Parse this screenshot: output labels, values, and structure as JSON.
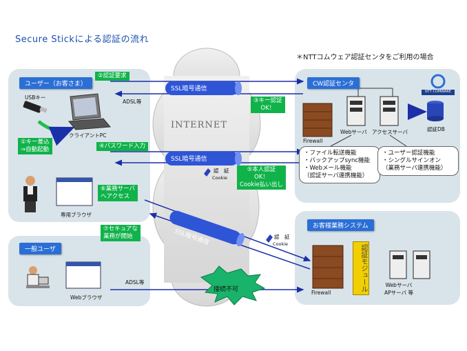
{
  "title": "Secure Stickによる認証の流れ",
  "note": "＊NTTコムウェア認証センタをご利用の場合",
  "internet_label": "INTERNET",
  "ssl_label": "SSL暗号通信",
  "user_panel": {
    "header": "ユーザー（お客さま）",
    "usb_label": "USBキー",
    "pc_label": "クライアントPC",
    "browser_label": "専用ブラウザ"
  },
  "general_panel": {
    "header": "一般ユーザ",
    "browser_label": "Webブラウザ"
  },
  "cw_panel": {
    "header": "CW認証センタ",
    "logo": "NTT COMWARE",
    "firewall": "Firewall",
    "web_server": "Webサーバ",
    "access_server": "アクセスサーバ",
    "auth_db": "認証DB",
    "box1": [
      "・ファイル転送機能",
      "・バックアップsync機能",
      "・Webメール機能",
      "（認証サーバ連携機能）"
    ],
    "box2": [
      "・ユーザー認証機能",
      "・シングルサインオン",
      "（業務サーバ連携機能）"
    ]
  },
  "business_panel": {
    "header": "お客様業務システム",
    "firewall": "Firewall",
    "module": "認証モジュール",
    "servers": "Webサーバ\nAPサーバ 等"
  },
  "steps": {
    "s1": "①キー差込\n⇒自動起動",
    "s2": "②認証要求",
    "s3": "③キー認証\nOK！",
    "s4": "④パスワード入力",
    "s5": "⑤本人認証\nOK！\nCookie払い出し",
    "s6": "⑥業務サーバ\nへアクセス",
    "s7": "⑦セキュアな\n業務が開始"
  },
  "labels": {
    "adsl1": "ADSL等",
    "adsl2": "ADSL等",
    "cookie1_title": "認　証",
    "cookie1_sub": "Cookie",
    "cookie2_title": "認　証",
    "cookie2_sub": "Cookie",
    "blocked": "接続不可"
  },
  "colors": {
    "panel": "#d9e4ea",
    "header": "#2b6fd6",
    "step": "#10b24a",
    "ssl": "#2e55d6",
    "cloud": "#e6e6e6",
    "arrow": "#1b2fa8"
  }
}
